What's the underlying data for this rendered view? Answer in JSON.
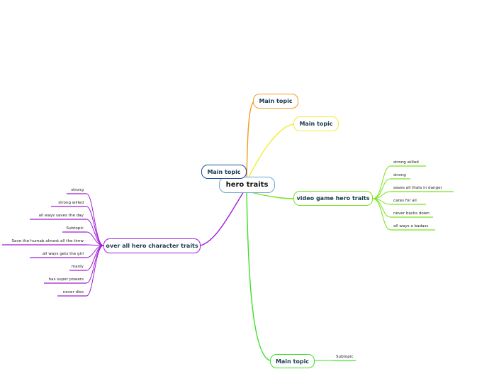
{
  "central": {
    "label": "hero traits",
    "color": "#6aa6d6"
  },
  "topics": {
    "orange": {
      "label": "Main topic",
      "color": "#f29c1f"
    },
    "yellow": {
      "label": "Main topic",
      "color": "#f2ee3a"
    },
    "blue": {
      "label": "Main topic",
      "color": "#1f4e96"
    },
    "game": {
      "label": "video game hero traits",
      "color": "#79e21b"
    },
    "overall": {
      "label": "over all hero character traits",
      "color": "#a11ed8"
    },
    "bottom": {
      "label": "Main topic",
      "color": "#3fe02a"
    }
  },
  "game_traits": [
    "strong willed",
    "strong",
    "saves all thats in danger",
    "cares for all",
    "never backs down",
    "all ways a badass"
  ],
  "overall_traits": [
    "strong",
    "strong willed",
    "all ways saves the day",
    "Subtopic",
    "Save the humab almost all the timw",
    "all ways gets the girl",
    "manly",
    "has super powers",
    "never dies"
  ],
  "bottom_subtopic": "Subtopic"
}
